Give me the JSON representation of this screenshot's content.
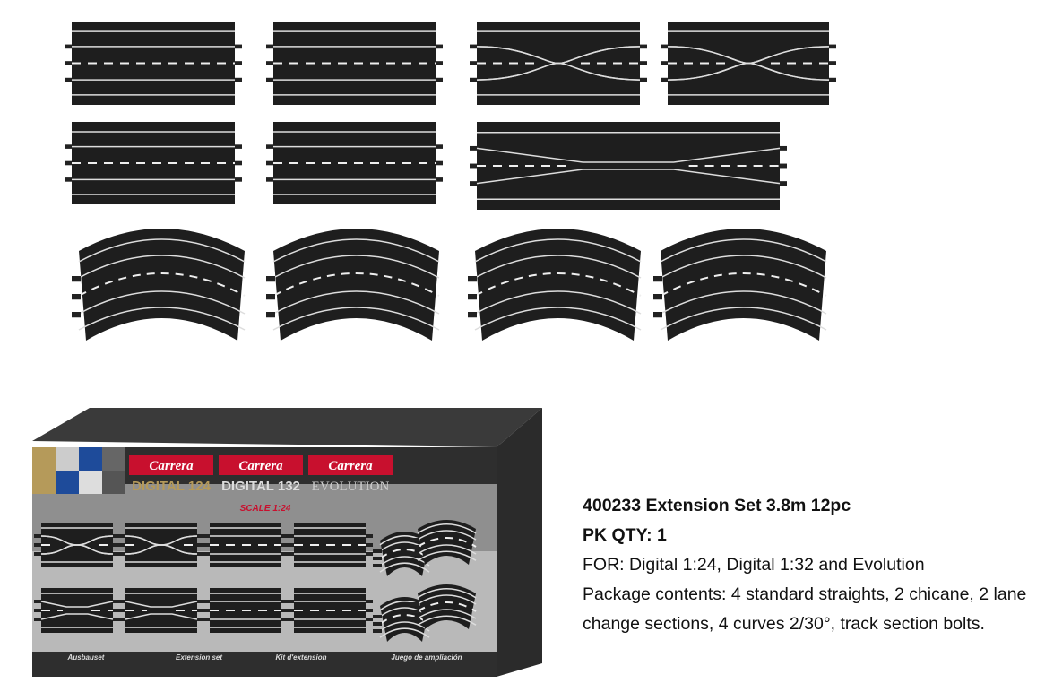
{
  "product": {
    "title": "400233 Extension Set 3.8m 12pc",
    "pk_qty": "PK QTY: 1",
    "compatibility": "FOR: Digital 1:24, Digital 1:32 and Evolution",
    "contents": "Package contents: 4 standard straights, 2 chicane, 2 lane change sections, 4 curves 2/30°, track section bolts."
  },
  "box": {
    "brand": "Carrera",
    "lines": [
      "DIGITAL 124",
      "DIGITAL 132",
      "EVOLUTION"
    ],
    "scale": "SCALE 1:24",
    "labels": [
      "Ausbauset",
      "Extension set",
      "Kit d'extension",
      "Juego de ampliación"
    ]
  },
  "colors": {
    "track": "#1e1e1e",
    "brand_red": "#c8102e",
    "gold": "#b59a5a"
  }
}
